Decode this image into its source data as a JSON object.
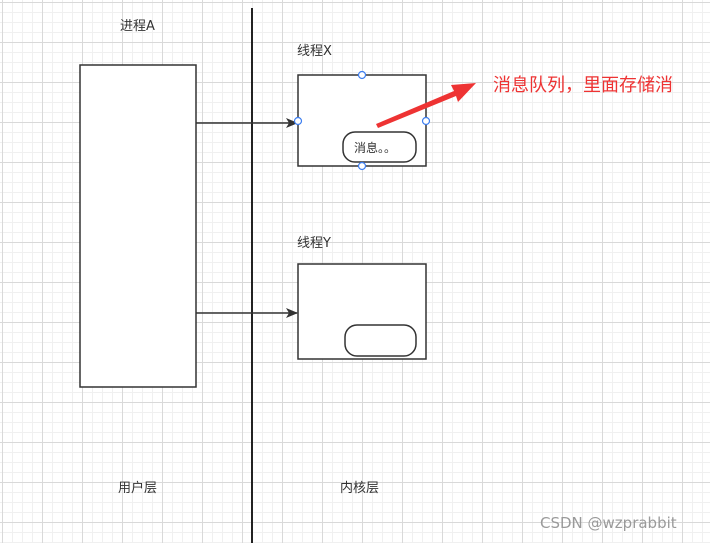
{
  "labels": {
    "process_a": "进程A",
    "thread_x": "线程X",
    "thread_y": "线程Y",
    "user_layer": "用户层",
    "kernel_layer": "内核层",
    "message_pill": "消息。。"
  },
  "annotation": {
    "text": "消息队列，里面存储消"
  },
  "watermark": {
    "text": "CSDN @wzprabbit"
  },
  "colors": {
    "stroke": "#333333",
    "annotation": "#ee3333",
    "selection_handle": "#3d7ef0",
    "watermark": "#9a9a9a"
  }
}
